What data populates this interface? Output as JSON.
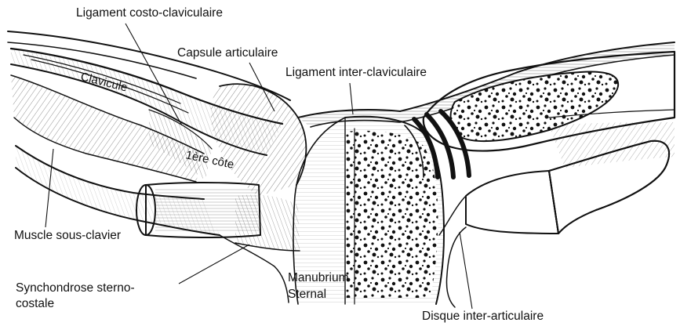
{
  "labels": {
    "ligament_costo_claviculaire": "Ligament costo-claviculaire",
    "capsule_articulaire": "Capsule articulaire",
    "ligament_inter_claviculaire": "Ligament inter-claviculaire",
    "muscle_sous_clavier": "Muscle sous-clavier",
    "synchondrose_line1": "Synchondrose sterno-",
    "synchondrose_line2": "costale",
    "manubrium": "Manubrium",
    "sternal": "Sternal",
    "disque_inter_articulaire": "Disque inter-articulaire"
  },
  "structure_labels": {
    "clavicule": "Clavicule",
    "premiere_cote": "1ère côte"
  },
  "colors": {
    "ink": "#111111",
    "background": "#ffffff"
  }
}
